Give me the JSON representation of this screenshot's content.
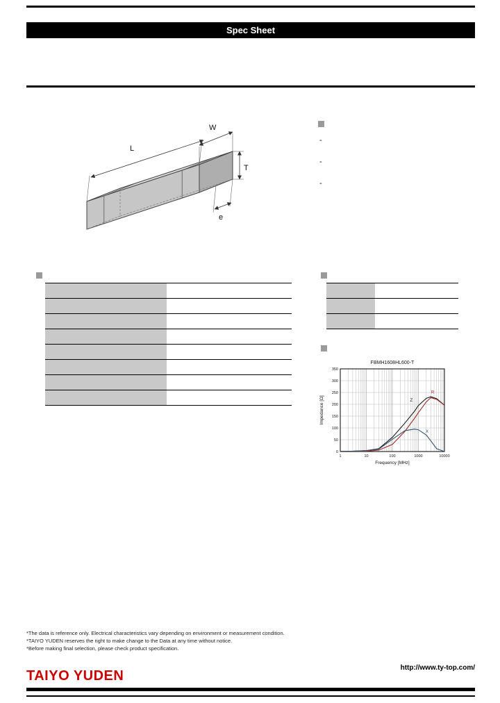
{
  "page": {
    "header_bar": "Spec Sheet",
    "brand": "TAIYO YUDEN",
    "brand_color": "#cc0000",
    "url": "http://www.ty-top.com/"
  },
  "diagram": {
    "labels": {
      "length": "L",
      "width": "W",
      "thickness": "T",
      "electrode": "e"
    }
  },
  "features": {
    "items": [
      "-",
      "-",
      "-"
    ]
  },
  "spec_table": {
    "rows": [
      "",
      "",
      "",
      "",
      "",
      "",
      "",
      ""
    ]
  },
  "right_table": {
    "rows": [
      "",
      "",
      ""
    ]
  },
  "chart_data": {
    "type": "line",
    "title": "FBMH1608HL600-T",
    "xlabel": "Frequency [MHz]",
    "ylabel": "Impedance [Ω]",
    "xscale": "log",
    "xlim": [
      1,
      10000
    ],
    "ylim": [
      0,
      350
    ],
    "xticks": [
      1,
      10,
      100,
      1000,
      10000
    ],
    "yticks": [
      0,
      50,
      100,
      150,
      200,
      250,
      300,
      350
    ],
    "grid": true,
    "legend_position": "on-curve",
    "series": [
      {
        "name": "Z",
        "color": "#1a1a1a",
        "points": [
          [
            1,
            0.6
          ],
          [
            3,
            1.5
          ],
          [
            10,
            4
          ],
          [
            30,
            12
          ],
          [
            100,
            60
          ],
          [
            300,
            120
          ],
          [
            700,
            170
          ],
          [
            1000,
            195
          ],
          [
            2000,
            225
          ],
          [
            3000,
            232
          ],
          [
            5000,
            224
          ],
          [
            10000,
            196
          ]
        ],
        "label": [
          480,
          212
        ]
      },
      {
        "name": "R",
        "color": "#9e2b25",
        "points": [
          [
            1,
            0.2
          ],
          [
            3,
            0.5
          ],
          [
            10,
            1.5
          ],
          [
            30,
            6
          ],
          [
            100,
            30
          ],
          [
            300,
            85
          ],
          [
            700,
            140
          ],
          [
            1000,
            165
          ],
          [
            2000,
            210
          ],
          [
            3000,
            228
          ],
          [
            5000,
            221
          ],
          [
            10000,
            196
          ]
        ],
        "label": [
          3100,
          245
        ]
      },
      {
        "name": "X",
        "color": "#31506e",
        "points": [
          [
            1,
            0.5
          ],
          [
            3,
            1.4
          ],
          [
            10,
            3.8
          ],
          [
            30,
            10
          ],
          [
            100,
            52
          ],
          [
            300,
            88
          ],
          [
            700,
            95
          ],
          [
            1000,
            92
          ],
          [
            2000,
            70
          ],
          [
            3000,
            45
          ],
          [
            5000,
            12
          ],
          [
            10000,
            0
          ]
        ],
        "label": [
          1900,
          80
        ]
      }
    ]
  },
  "footnotes": [
    "*The data is reference only. Electrical characteristics vary depending on environment or measurement condition.",
    "*TAIYO YUDEN reserves the right to make change to the Data at any time without notice.",
    "*Before making final selection, please check product specification."
  ]
}
